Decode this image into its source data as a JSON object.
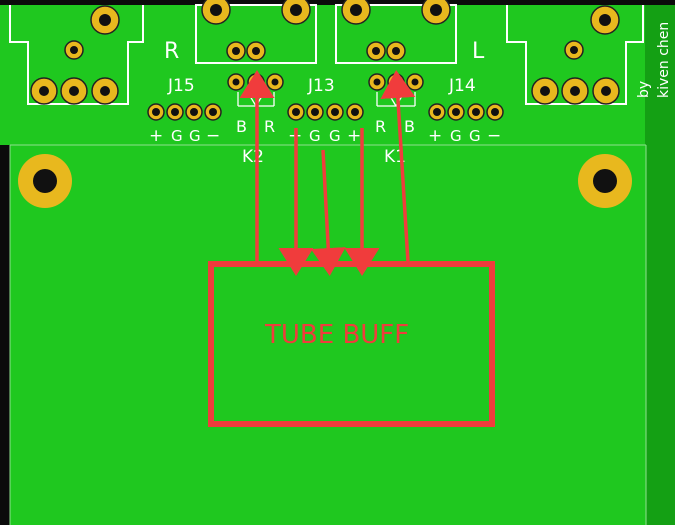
{
  "board": {
    "colors": {
      "board": "#1fc81f",
      "board_dark": "#0a8a1a",
      "silk": "#ffffff",
      "pad_ring": "#e8b81e",
      "pad_hole": "#111111",
      "annotation": "#f03c3c",
      "edge": "#0b0b0b"
    },
    "channel_left_label": "R",
    "channel_right_label": "L",
    "credit_line1": "by",
    "credit_line2": "kiven chen"
  },
  "connectors": {
    "j15": {
      "ref": "J15",
      "pins": [
        "+",
        "G",
        "G",
        "−"
      ]
    },
    "j13": {
      "ref": "J13",
      "pins": [
        "+",
        "G",
        "G",
        "+"
      ]
    },
    "j14": {
      "ref": "J14",
      "pins": [
        "+",
        "G",
        "G",
        "−"
      ]
    }
  },
  "switches": {
    "k2": {
      "ref": "K2",
      "left": "B",
      "right": "R"
    },
    "k1": {
      "ref": "K1",
      "left": "R",
      "right": "B"
    }
  },
  "annotation": {
    "box_label": "TUBE BUFF"
  }
}
